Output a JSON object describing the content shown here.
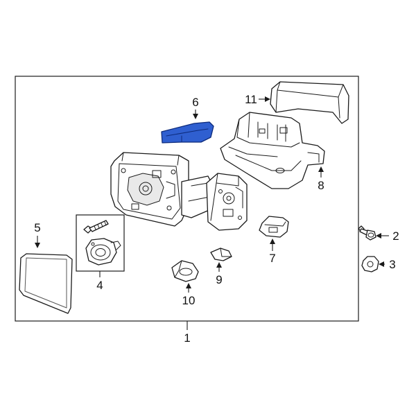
{
  "callouts": {
    "c1": "1",
    "c2": "2",
    "c3": "3",
    "c4": "4",
    "c5": "5",
    "c6": "6",
    "c7": "7",
    "c8": "8",
    "c9": "9",
    "c10": "10",
    "c11": "11"
  },
  "colors": {
    "highlight_fill": "#2f5fd0",
    "highlight_stroke": "#0d2a7a",
    "line": "#1a1a1a"
  }
}
